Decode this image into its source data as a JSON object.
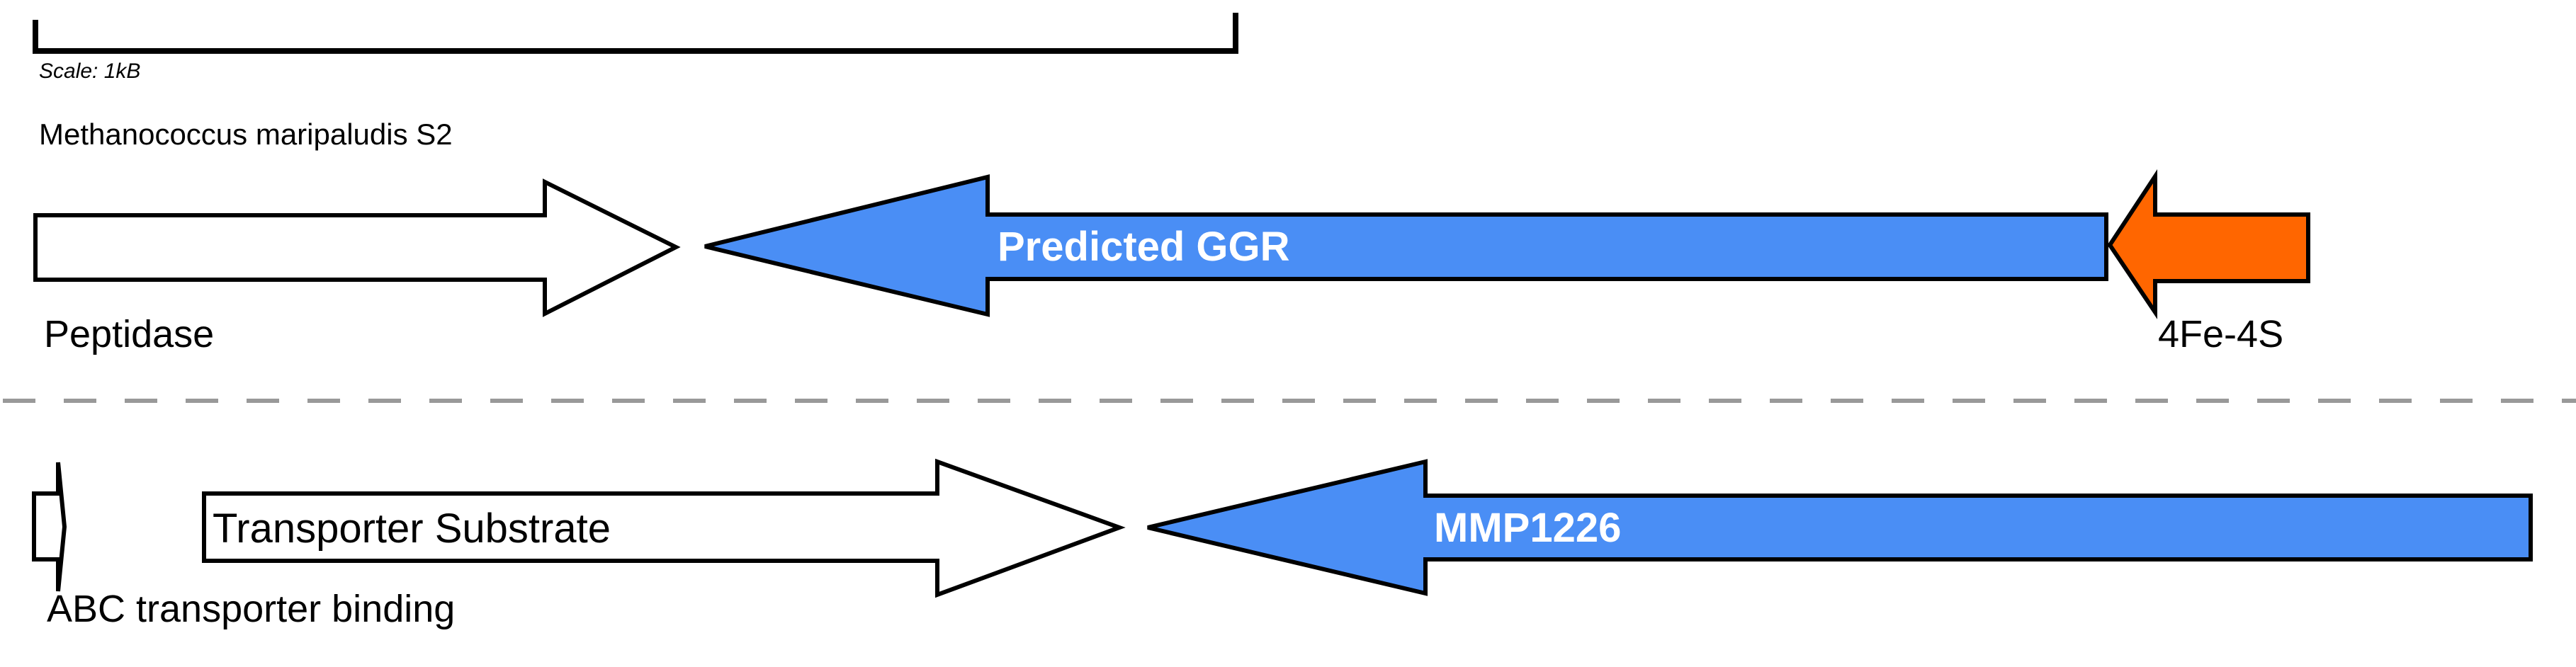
{
  "figure": {
    "scale_label": "Scale: 1kB",
    "organism": "Methanococcus maripaludis S2",
    "colors": {
      "gene_blue": "#4a8ef5",
      "gene_orange": "#ff6600",
      "gene_white": "#ffffff",
      "outline_black": "#000000",
      "divider_gray": "#999999"
    },
    "rows": [
      {
        "name": "top-gene-row",
        "genes": [
          {
            "label": "Peptidase",
            "direction": "right",
            "fill": "white",
            "label_placement": "below"
          },
          {
            "label": "Predicted GGR",
            "direction": "left",
            "fill": "blue",
            "label_placement": "inside"
          },
          {
            "label": "4Fe-4S",
            "direction": "left",
            "fill": "orange",
            "label_placement": "below"
          }
        ]
      },
      {
        "name": "bottom-gene-row",
        "genes": [
          {
            "label": "ABC transporter binding",
            "direction": "right",
            "fill": "white",
            "label_placement": "below"
          },
          {
            "label": "Transporter Substrate",
            "direction": "right",
            "fill": "white",
            "label_placement": "inside"
          },
          {
            "label": "MMP1226",
            "direction": "left",
            "fill": "blue",
            "label_placement": "inside"
          }
        ]
      }
    ]
  }
}
